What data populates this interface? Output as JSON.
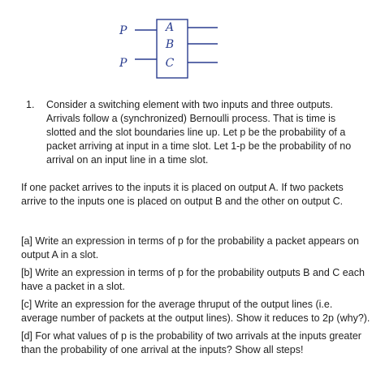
{
  "diagram": {
    "input_top_label": "P",
    "input_bottom_label": "P",
    "output_a_label": "A",
    "output_b_label": "B",
    "output_c_label": "C"
  },
  "problem": {
    "number": "1.",
    "text": "Consider a switching element with two inputs and three outputs.  Arrivals follow a (synchronized) Bernoulli process.  That is time is slotted and the slot boundaries line up.  Let p be the probability of a packet arriving at input in a time slot.  Let 1-p be the probability of no arrival on an input line in a time slot."
  },
  "rule": "If one packet arrives to the inputs it is placed on output A.  If two packets arrive to the inputs one is placed on output B and the other on output C.",
  "questions": {
    "a": "[a] Write an expression in terms of p for the probability a packet appears on output A in a slot.",
    "b": "[b] Write an expression in terms of p for the probability outputs B and C each have a packet in a slot.",
    "c": "[c] Write an expression for the average thruput of the output lines (i.e. average number of packets at the output lines).  Show it reduces to 2p (why?).",
    "d": "[d] For what values of p is the probability of two arrivals at the inputs greater than the probability of one arrival at the inputs? Show all steps!"
  }
}
